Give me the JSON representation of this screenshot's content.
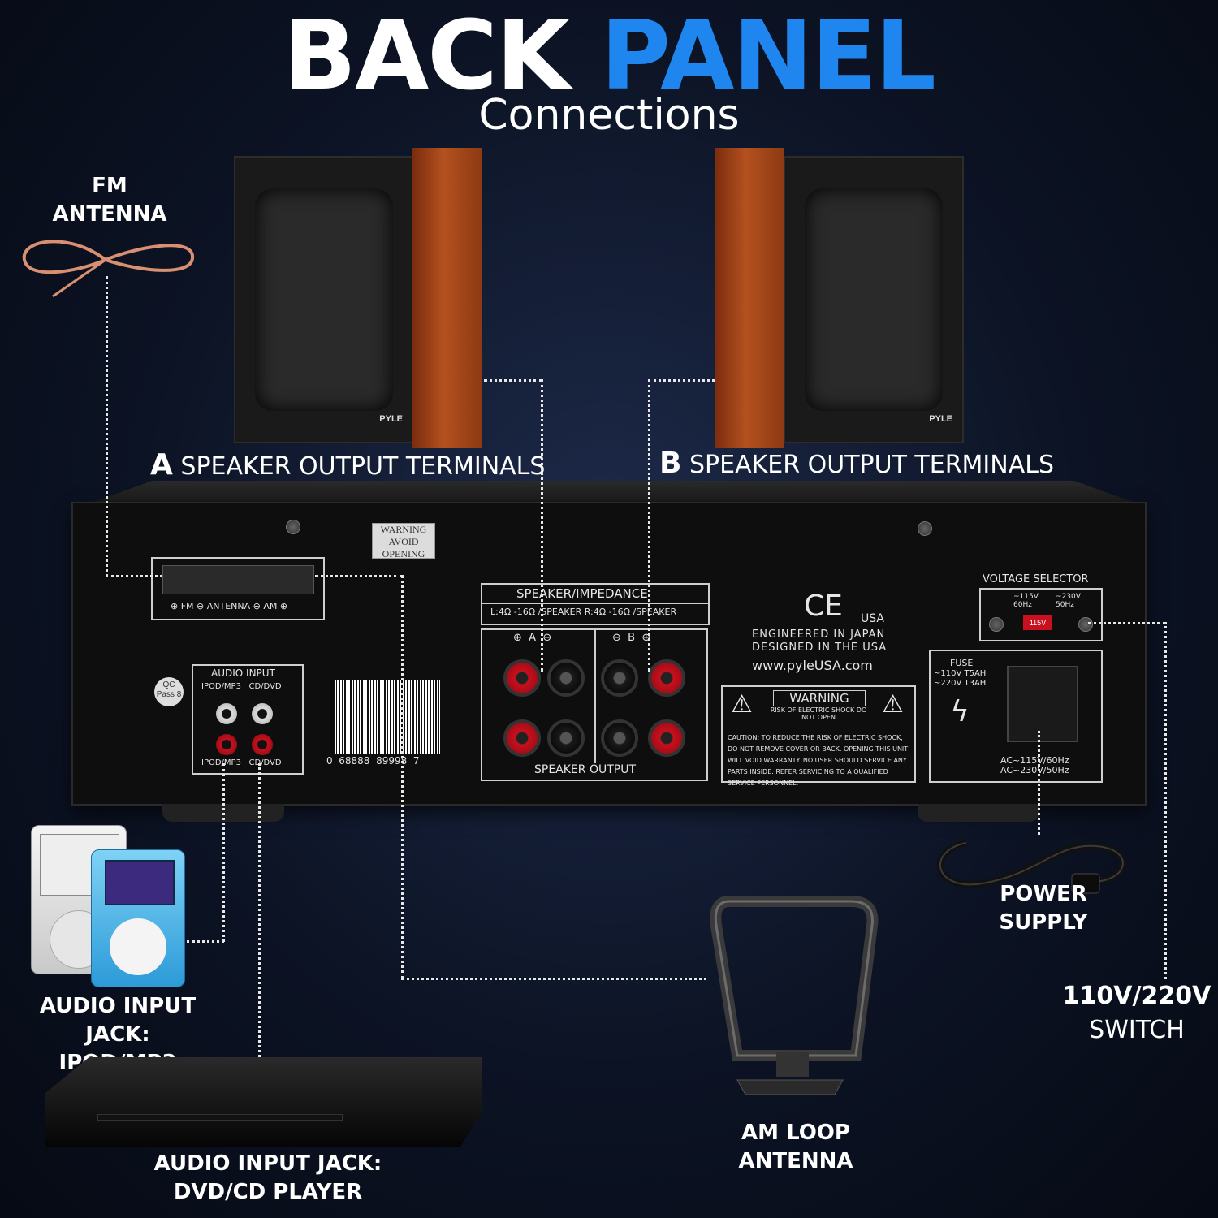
{
  "header": {
    "title_word1": "BACK",
    "title_word2": "PANEL",
    "subtitle": "Connections"
  },
  "colors": {
    "accent": "#1f86f0",
    "background": "#0c1324",
    "wood": "#b4511f",
    "terminal_red": "#c8101e"
  },
  "labels": {
    "fm_antenna_line1": "FM",
    "fm_antenna_line2": "ANTENNA",
    "speaker_a_letter": "A",
    "speaker_a_text": "SPEAKER OUTPUT TERMINALS",
    "speaker_b_letter": "B",
    "speaker_b_text": "SPEAKER OUTPUT TERMINALS",
    "audio_ipod_line1": "AUDIO INPUT JACK:",
    "audio_ipod_line2": "IPOD/MP3",
    "audio_dvd_line1": "AUDIO INPUT JACK:",
    "audio_dvd_line2": "DVD/CD PLAYER",
    "am_loop_line1": "AM LOOP",
    "am_loop_line2": "ANTENNA",
    "power_line1": "POWER",
    "power_line2": "SUPPLY",
    "switch_line1": "110V/220V",
    "switch_line2": "SWITCH"
  },
  "speaker_brand": "PYLE",
  "panel": {
    "antenna_block": "⊕ FM ⊖  ANTENNA  ⊖ AM ⊕",
    "warning_sticker_1": "WARNING",
    "warning_sticker_2": "AVOID OPENING",
    "qc": "QC Pass 8",
    "audio_input_title": "AUDIO INPUT",
    "audio_input_top": "IPOD/MP3   CD/DVD",
    "audio_input_bottom": "IPOD/MP3   CD/DVD",
    "barcode_number": "0  68888  89998  7",
    "impedance_title": "SPEAKER/IMPEDANCE",
    "impedance_values": "L:4Ω -16Ω /SPEAKER  R:4Ω -16Ω /SPEAKER",
    "speaker_output": "SPEAKER OUTPUT",
    "channel_a": "⊕  A  ⊖",
    "channel_b": "⊖  B  ⊕",
    "ce": "CE",
    "usa": "USA",
    "engineered": "ENGINEERED IN JAPAN",
    "designed": "DESIGNED IN THE USA",
    "website": "www.pyleUSA.com",
    "warning_title": "WARNING",
    "warning_sub": "RISK OF ELECTRIC SHOCK DO NOT OPEN",
    "warning_body": "CAUTION: TO REDUCE THE RISK OF ELECTRIC SHOCK, DO NOT REMOVE COVER OR BACK. OPENING THIS UNIT WILL VOID WARRANTY. NO USER SHOULD SERVICE ANY PARTS INSIDE. REFER SERVICING TO A QUALIFIED SERVICE PERSONNEL.",
    "voltage_selector": "VOLTAGE SELECTOR",
    "voltage_115": "~115V 60Hz",
    "voltage_230": "~230V 50Hz",
    "switch_value": "115V",
    "fuse_title": "FUSE",
    "fuse_115": "~110V T5AH",
    "fuse_230": "~220V T3AH",
    "ac_115": "AC~115V/60Hz",
    "ac_230": "AC~230V/50Hz"
  }
}
